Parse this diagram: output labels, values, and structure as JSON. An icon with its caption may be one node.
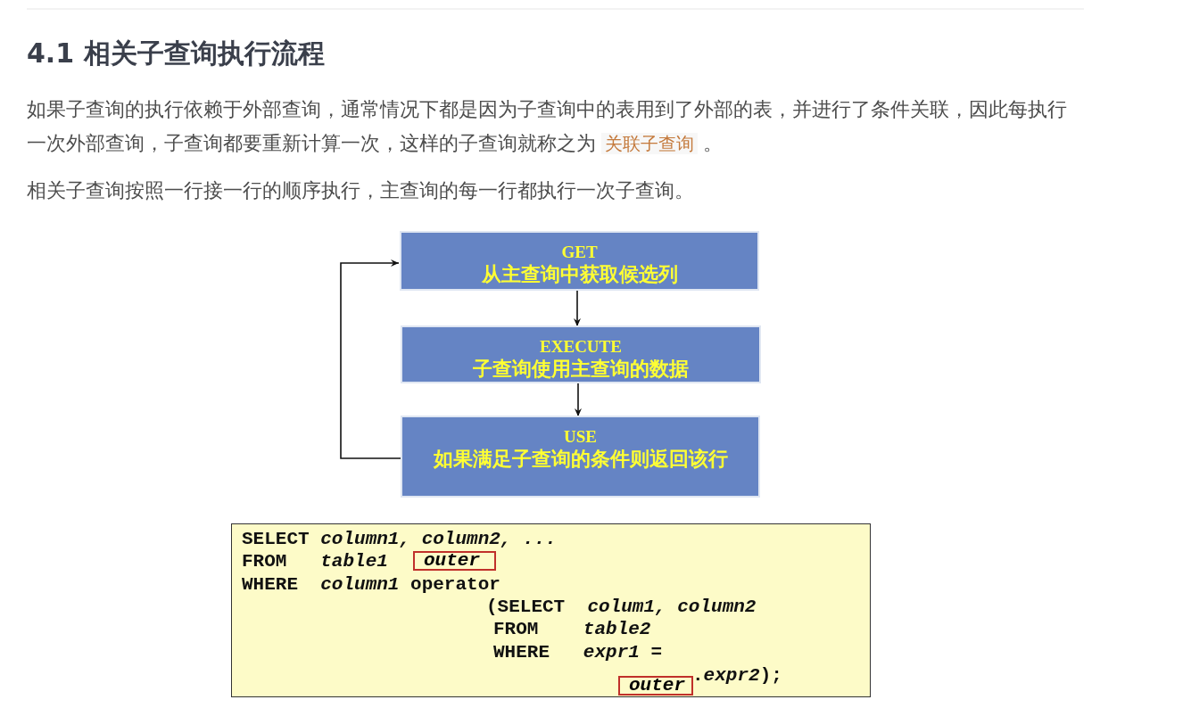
{
  "diagram": {
    "title": "4.1 相关子查询执行流程",
    "labels": [
      "如果子查询的执行依赖于外部查询，通常情况下都是因为子查询中的表用到了外部的表，并进行了条件关联，因此每执行一次外部查询，子查询都要重新计算一次，这样的子查询就称之为",
      "关联子查询",
      "。",
      "相关子查询按照一行接一行的顺序执行，主查询的每一行都执行一次子查询。"
    ],
    "nodes": [
      {
        "text": [
          "GET",
          "从主查询中获取候选列"
        ]
      },
      {
        "text": [
          "EXECUTE",
          "子查询使用主查询的数据"
        ]
      },
      {
        "text": [
          "USE",
          "如果满足子查询的条件则返回该行"
        ]
      },
      {
        "text": [
          "SELECT *column1, column2, ...*",
          "FROM   *table1*",
          "WHERE  *column1* operator",
          "(SELECT  *colum1, column2*",
          "FROM    *table2*",
          "WHERE   *expr1* =",
          ".*expr2*);"
        ]
      },
      {
        "text": [
          "outer"
        ],
        "in": 3
      },
      {
        "text": [
          "outer"
        ],
        "in": 3
      }
    ],
    "edges": [
      {
        "from": 0,
        "to": 1,
        "arrow": "to"
      },
      {
        "from": 1,
        "to": 2,
        "arrow": "to"
      },
      {
        "from": 2,
        "to": 0,
        "arrow": "to"
      }
    ]
  }
}
